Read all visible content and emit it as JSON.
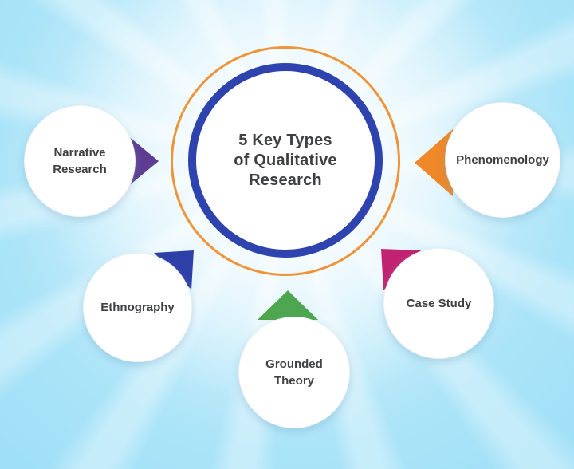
{
  "title": {
    "text": "5 Key Types of Qualitative Research",
    "lines": [
      "5 Key Types",
      "of Qualitative",
      "Research"
    ]
  },
  "nodes": [
    {
      "label": "Narrative Research",
      "lines": [
        "Narrative",
        "Research"
      ],
      "arrow_color": "#5e3c92",
      "arrow_direction": "right"
    },
    {
      "label": "Phenomenology",
      "lines": [
        "Phenomenology"
      ],
      "arrow_color": "#ef8829",
      "arrow_direction": "left"
    },
    {
      "label": "Ethnography",
      "lines": [
        "Ethnography"
      ],
      "arrow_color": "#2e3fa8",
      "arrow_direction": "up-right"
    },
    {
      "label": "Case Study",
      "lines": [
        "Case Study"
      ],
      "arrow_color": "#c22371",
      "arrow_direction": "up-left"
    },
    {
      "label": "Grounded Theory",
      "lines": [
        "Grounded",
        "Theory"
      ],
      "arrow_color": "#4ea750",
      "arrow_direction": "up"
    }
  ],
  "colors": {
    "outer_ring": "#f09338",
    "inner_ring": "#2e43ae",
    "text": "#3f4042",
    "circle_fill": "#ffffff",
    "bg_edge": "#9edff7",
    "bg_center": "#eefaff"
  }
}
